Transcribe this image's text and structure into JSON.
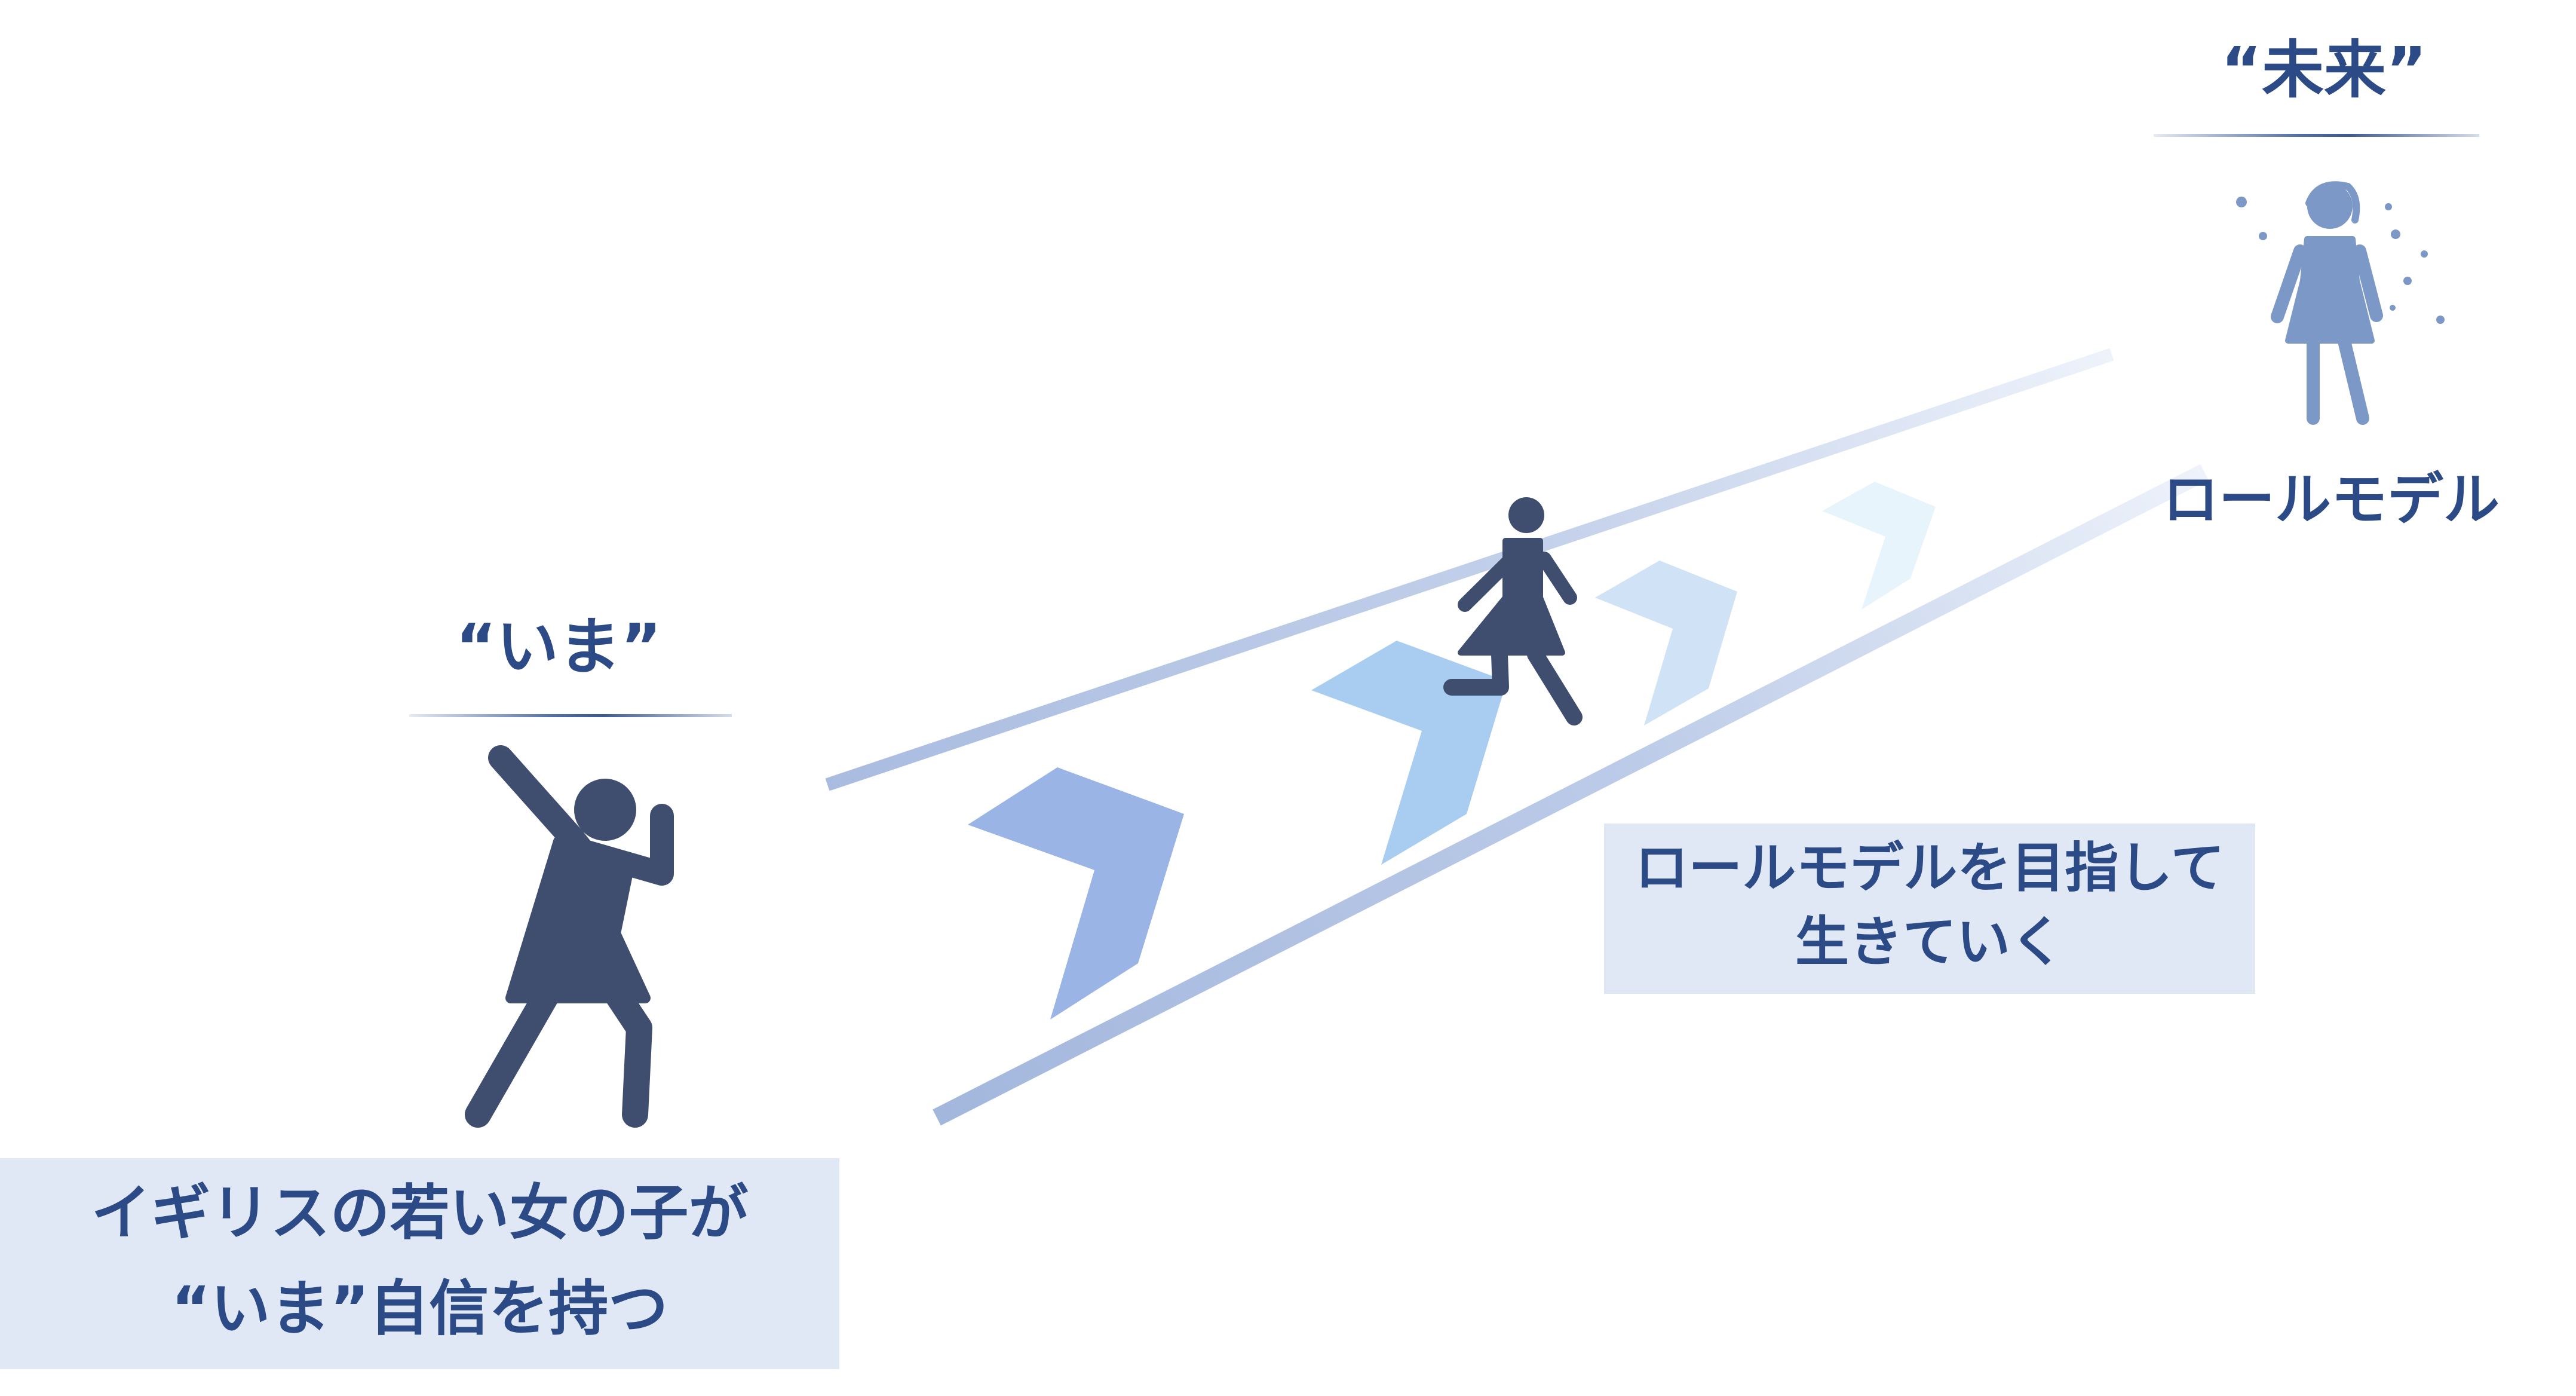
{
  "present": {
    "heading": "“いま”",
    "caption_line1": "イギリスの若い女の子が",
    "caption_line2": "“いま”自信を持つ"
  },
  "future": {
    "heading": "“未来”",
    "label": "ロールモデル"
  },
  "journey": {
    "caption_line1": "ロールモデルを目指して",
    "caption_line2": "生きていく"
  },
  "colors": {
    "text": "#2b4a86",
    "figure_dark": "#3f4d6e",
    "figure_light": "#7b98c6",
    "caption_box": "#dfe8f4",
    "chevron_1": "#9ab4e6",
    "chevron_2": "#a9cdf0",
    "chevron_3": "#cfe2f6",
    "chevron_4": "#e8f4fc"
  }
}
